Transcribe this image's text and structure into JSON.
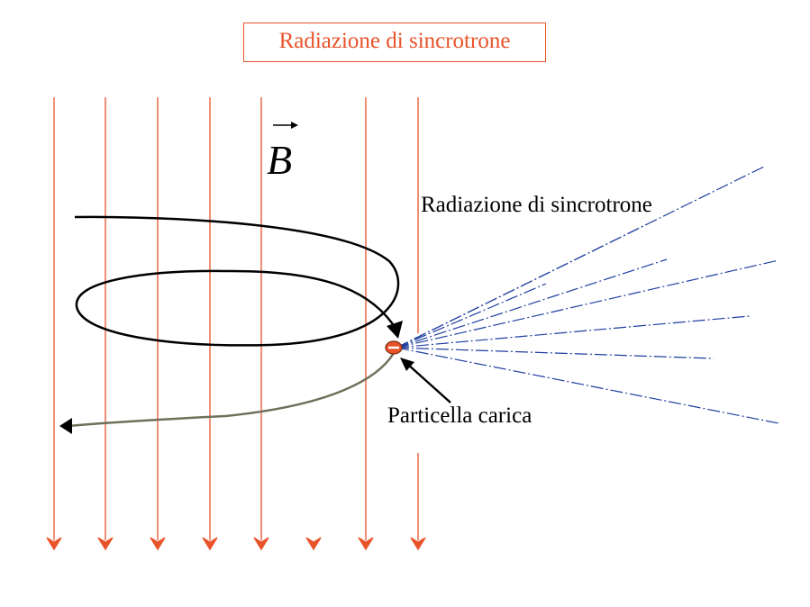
{
  "title": "Radiazione di sincrotrone",
  "field": {
    "symbol": "B",
    "arrow_mark": "→",
    "line_color": "#e8532a",
    "line_count": 8
  },
  "labels": {
    "radiation": "Radiazione di sincrotrone",
    "particle": "Particella carica"
  },
  "colors": {
    "trajectory": "#000000",
    "trajectory_exit": "#6f6f5a",
    "radiation": "#1f3fa0",
    "particle": "#e8532a"
  }
}
